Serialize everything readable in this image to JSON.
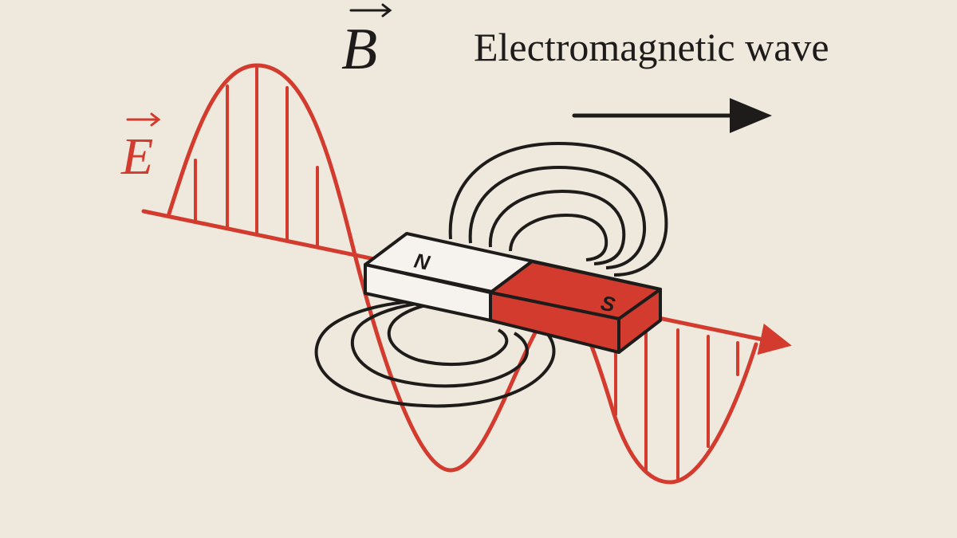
{
  "title": "Electromagnetic wave",
  "labels": {
    "electric_field": "E",
    "magnetic_field": "B",
    "north_pole": "N",
    "south_pole": "S"
  },
  "colors": {
    "background": "#efe8dd",
    "electric_field": "#d23b2d",
    "ink": "#1e1c1a",
    "magnet_north": "#f6f3ee",
    "magnet_south": "#d23b2d"
  },
  "icons": {
    "propagation_arrow": "arrow-right-icon",
    "vector_arrow": "vector-arrow-icon"
  }
}
